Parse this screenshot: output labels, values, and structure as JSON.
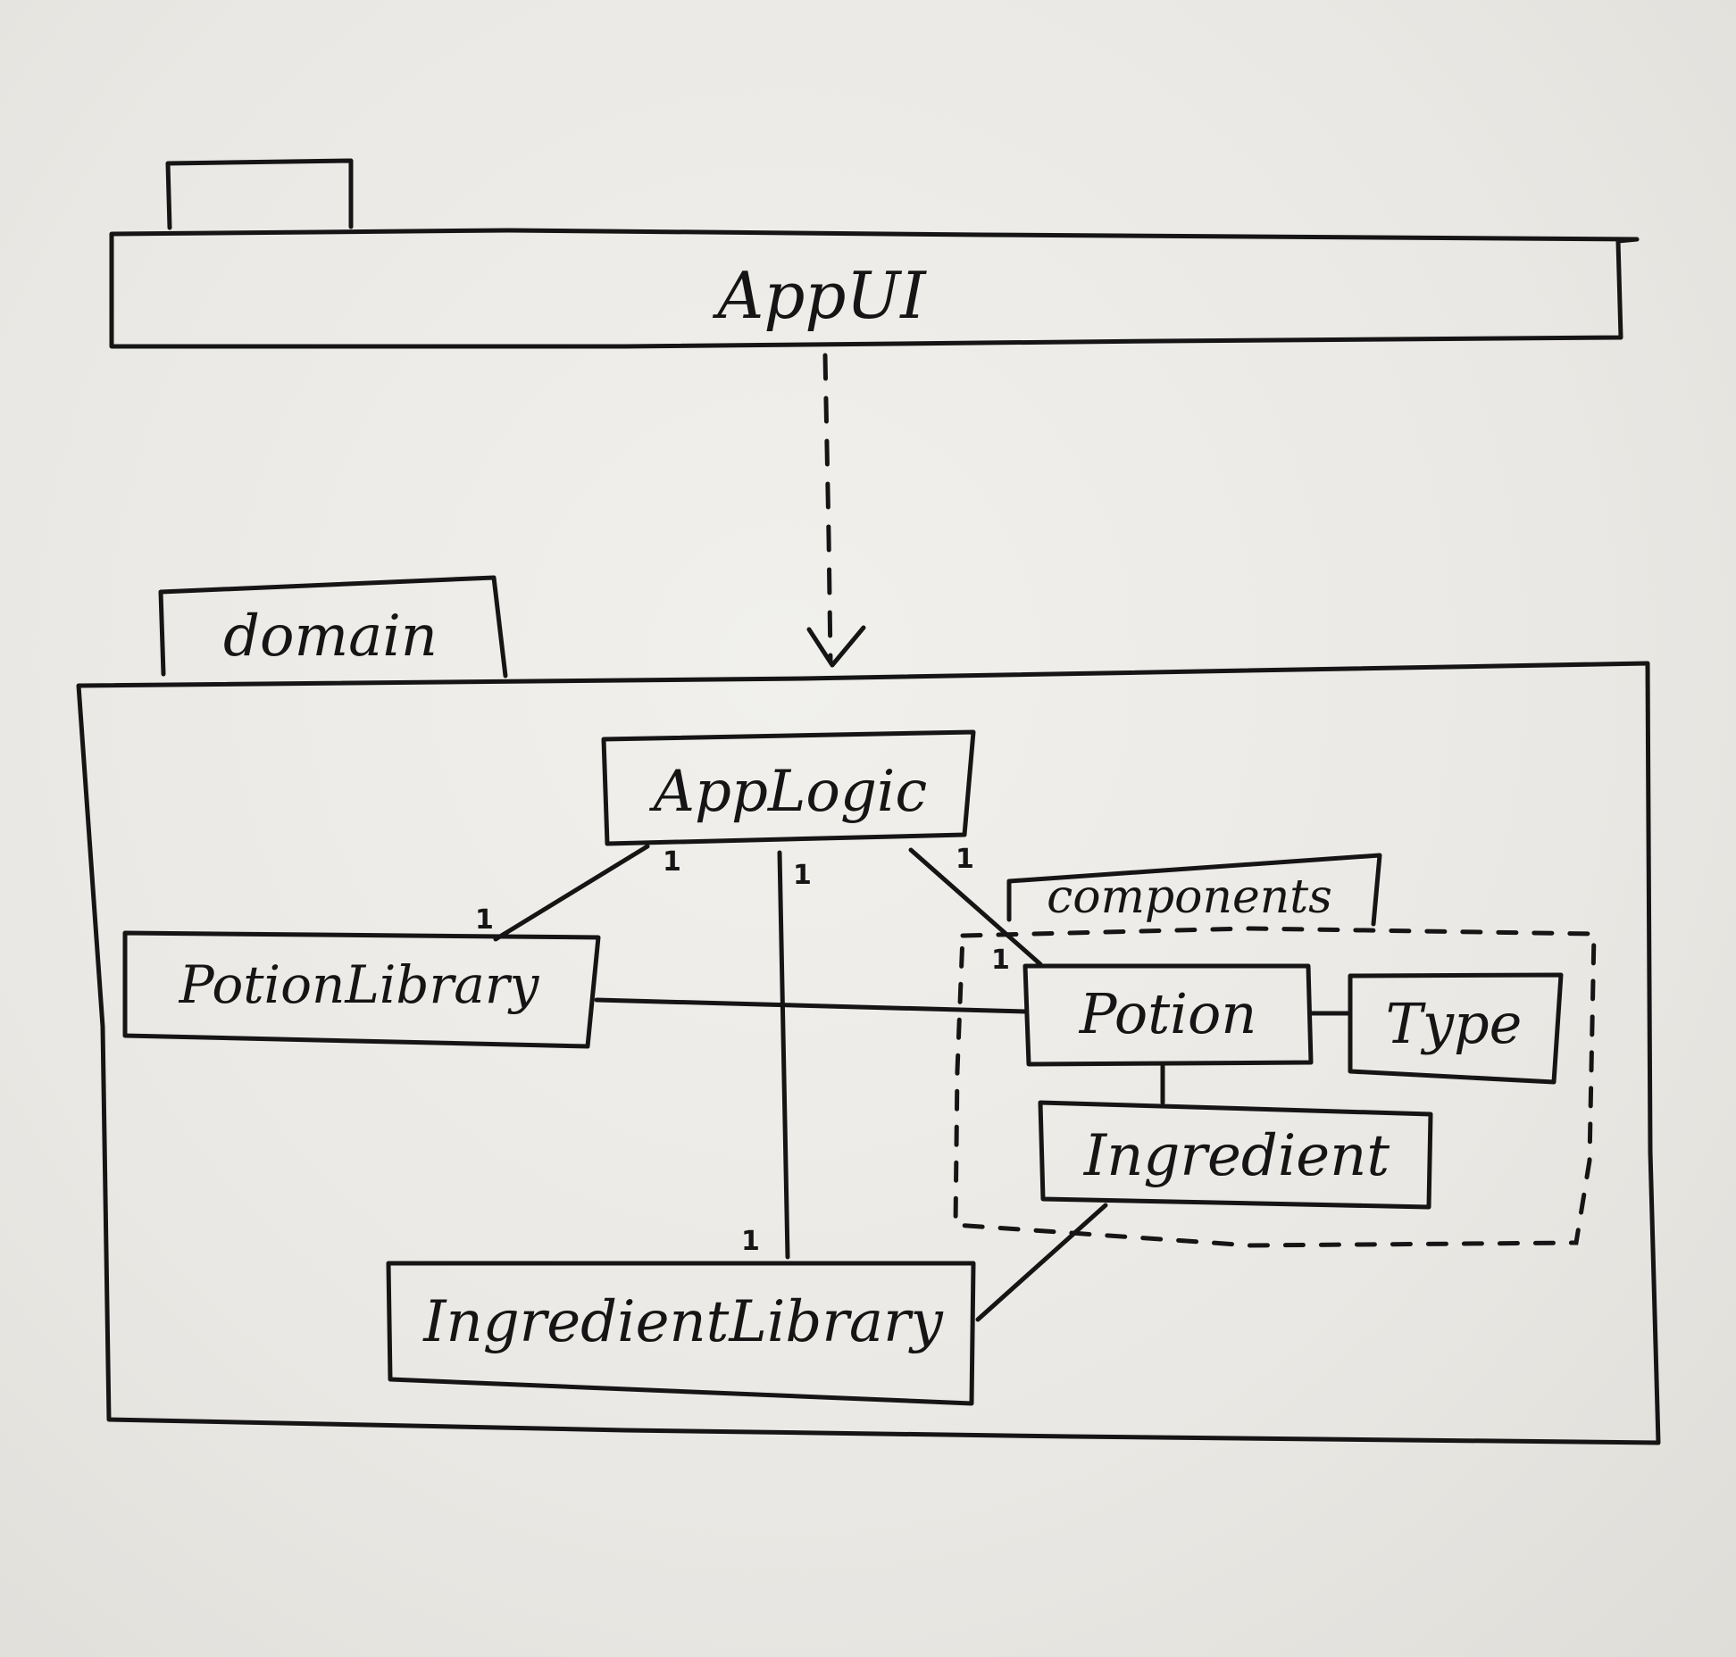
{
  "packages": {
    "app_ui": {
      "label": "AppUI"
    },
    "domain": {
      "label": "domain"
    },
    "components": {
      "label": "components"
    }
  },
  "classes": {
    "app_logic": "AppLogic",
    "potion_library": "PotionLibrary",
    "ingredient_library": "IngredientLibrary",
    "potion": "Potion",
    "type": "Type",
    "ingredient": "Ingredient"
  },
  "multiplicities": {
    "logic_potion_library_top": "1",
    "logic_potion_library_bottom": "1",
    "logic_ingredient_library_top": "1",
    "logic_ingredient_library_bottom": "1",
    "logic_potion_top": "1",
    "logic_potion_bottom": "1"
  }
}
